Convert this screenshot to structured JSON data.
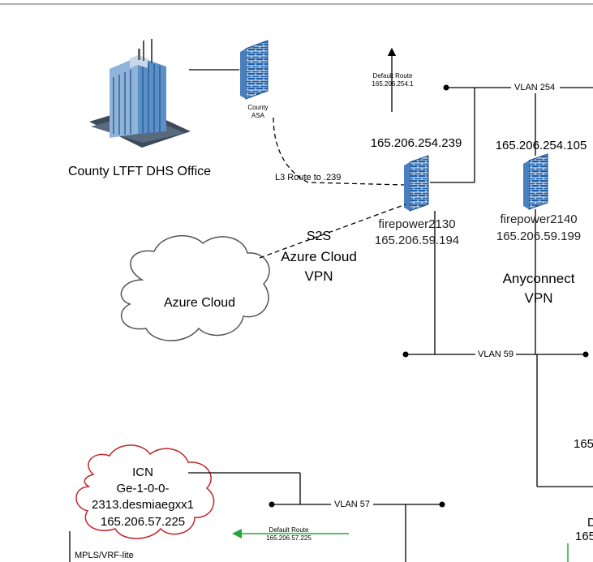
{
  "nodes": {
    "office": {
      "label": "County LTFT DHS Office"
    },
    "county_asa": {
      "line1": "County",
      "line2": "ASA"
    },
    "fp2130": {
      "name": "firepower2130",
      "ip_top": "165.206.254.239",
      "ip_bottom": "165.206.59.194"
    },
    "fp2140": {
      "name": "firepower2140",
      "ip_top": "165.206.254.105",
      "ip_bottom": "165.206.59.199"
    },
    "azure_cloud": {
      "label": "Azure Cloud"
    },
    "icn": {
      "line1": "ICN",
      "line2": "Ge-1-0-0-",
      "line3": "2313.desmiaegxx1",
      "line4": "165.206.57.225"
    }
  },
  "edges": {
    "default_route_top": {
      "line1": "Default Route",
      "line2": "165.206.254.1"
    },
    "l3_route": {
      "label": "L3 Route to .239"
    },
    "s2s": {
      "line1": "S2S",
      "line2": "Azure Cloud",
      "line3": "VPN"
    },
    "anyconnect": {
      "line1": "Anyconnect",
      "line2": "VPN"
    },
    "default_route_bottom": {
      "line1": "Default Route",
      "line2": "165.206.57.225"
    },
    "mpls": {
      "label": "MPLS/VRF-lite"
    }
  },
  "vlans": {
    "v254": "VLAN 254",
    "v59": "VLAN 59",
    "v57": "VLAN 57"
  },
  "cutoff": {
    "right_mid": "165",
    "right_bottom_1": "D",
    "right_bottom_2": "165"
  },
  "colors": {
    "firewall": "#1f5fa8",
    "cloud_icn_outline": "#c0262d",
    "default_route_arrow": "#22a83a"
  }
}
